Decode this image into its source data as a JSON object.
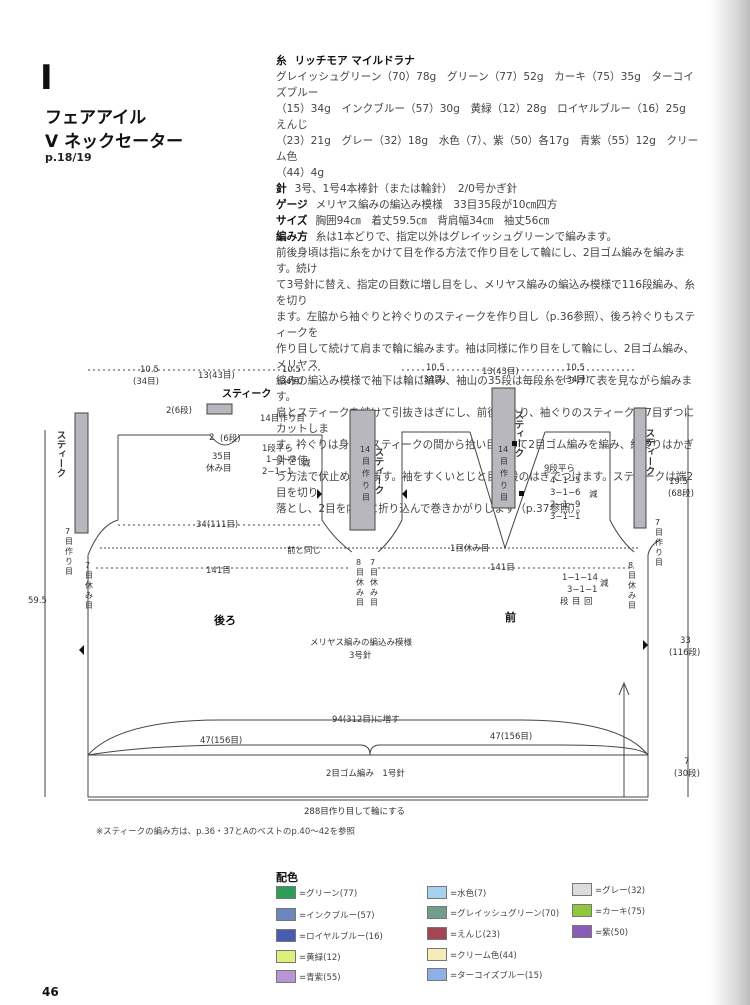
{
  "header": {
    "letter": "I",
    "title_line1": "フェアアイル",
    "title_line2": "V ネックセーター",
    "page_ref": "p.18/19"
  },
  "spec": {
    "yarn_label": "糸",
    "yarn_name": "リッチモア マイルドラナ",
    "yarn_lines": [
      "グレイッシュグリーン（70）78g　グリーン（77）52g　カーキ（75）35g　ターコイズブルー",
      "（15）34g　インクブルー（57）30g　黄緑（12）28g　ロイヤルブルー（16）25g　えんじ",
      "（23）21g　グレー（32）18g　水色（7）、紫（50）各17g　青紫（55）12g　クリーム色",
      "（44）4g"
    ],
    "needle_label": "針",
    "needle_text": "3号、1号4本棒針（または輪針）　2/0号かぎ針",
    "gauge_label": "ゲージ",
    "gauge_text": "メリヤス編みの編込み模様　33目35段が10㎝四方",
    "size_label": "サイズ",
    "size_text": "胸囲94㎝　着丈59.5㎝　背肩幅34㎝　袖丈56㎝",
    "method_label": "編み方",
    "method_text": "糸は1本どりで、指定以外はグレイッシュグリーンで編みます。",
    "body_lines": [
      "前後身頃は指に糸をかけて目を作る方法で作り目をして輪にし、2目ゴム編みを編みます。続け",
      "て3号針に替え、指定の目数に増し目をし、メリヤス編みの編込み模様で116段編み、糸を切り",
      "ます。左脇から袖ぐりと衿ぐりのスティークを作り目し（p.36参照）、後ろ衿ぐりもスティークを",
      "作り目して続けて肩まで輪に編みます。袖は同様に作り目をして輪にし、2目ゴム編み、メリヤス",
      "編みの編込み模様で袖下は輪に編み、袖山の35段は毎段糸をつけて表を見ながら編みます。",
      "肩とスティークを続けて引抜きはぎにし、前後衿ぐり、袖ぐりのスティークを7目ずつにカットしま",
      "す。衿ぐりは身頃とスティークの間から拾い目をして2目ゴム編みを編み、編終りはかぎ針を使",
      "う方法で伏止めにします。袖をすくいとじと目と段のはぎでつけます。スティークは端2目を切り",
      "落とし、2目を内側に折り込んで巻きかがりします（p.37参照）。"
    ]
  },
  "diagram": {
    "top_dims": [
      "10.5",
      "(34目)",
      "13(43目)",
      "10.5",
      "(34目)"
    ],
    "steek": "スティーク",
    "back_neck": [
      "2(6段)",
      "14目作り目",
      "2",
      "(6段)",
      "1段平ら",
      "1−1−3",
      "2−1−1",
      "減",
      "35目",
      "休み目"
    ],
    "sleeve_armhole": [
      "19.5",
      "(68段)",
      "7",
      "目",
      "作",
      "り",
      "目"
    ],
    "front_neck": [
      "9段平ら",
      "4−1−5",
      "3−1−6",
      "2−1−9",
      "3−1−1",
      "減",
      "1目休み目"
    ],
    "width_34": "34(111目)",
    "same_as_front": "前と同じ",
    "rest_8": [
      "8",
      "目",
      "休",
      "み",
      "目"
    ],
    "rest_7": [
      "7",
      "目",
      "休",
      "み",
      "目"
    ],
    "make_14": [
      "14",
      "目",
      "作",
      "り",
      "目"
    ],
    "st_141": "141目",
    "underarm": [
      "1−1−14",
      "3−1−1",
      "段",
      "目",
      "回",
      "減"
    ],
    "back": "後ろ",
    "front": "前",
    "pattern": "メリヤス編みの編込み模様",
    "needle3": "3号針",
    "height_595": "59.5",
    "height_33": [
      "33",
      "(116段)"
    ],
    "increase": "94(312目)に増す",
    "half_47": "47(156目)",
    "rib": "2目ゴム編み　1号針",
    "rib_h": [
      "7",
      "(30段)"
    ],
    "cast_on": "288目作り目して輪にする"
  },
  "note": "※スティークの編み方は、p.36・37とAのベストのp.40〜42を参照",
  "palette": {
    "title": "配色",
    "items": [
      {
        "label": "=グリーン(77)",
        "color": "#2e9d57"
      },
      {
        "label": "=インクブルー(57)",
        "color": "#6c86c0"
      },
      {
        "label": "=ロイヤルブルー(16)",
        "color": "#4a5bb2"
      },
      {
        "label": "=黄緑(12)",
        "color": "#dff07a"
      },
      {
        "label": "=青紫(55)",
        "color": "#b995d6"
      },
      {
        "label": "=水色(7)",
        "color": "#a7d2ef"
      },
      {
        "label": "=グレイッシュグリーン(70)",
        "color": "#6f9f8a"
      },
      {
        "label": "=えんじ(23)",
        "color": "#a34552"
      },
      {
        "label": "=クリーム色(44)",
        "color": "#f4ecb9"
      },
      {
        "label": "=ターコイズブルー(15)",
        "color": "#8fb0e6"
      },
      {
        "label": "=グレー(32)",
        "color": "#dcdcdc"
      },
      {
        "label": "=カーキ(75)",
        "color": "#8fc93b"
      },
      {
        "label": "=紫(50)",
        "color": "#8a5cb8"
      }
    ]
  },
  "page_number": "46"
}
